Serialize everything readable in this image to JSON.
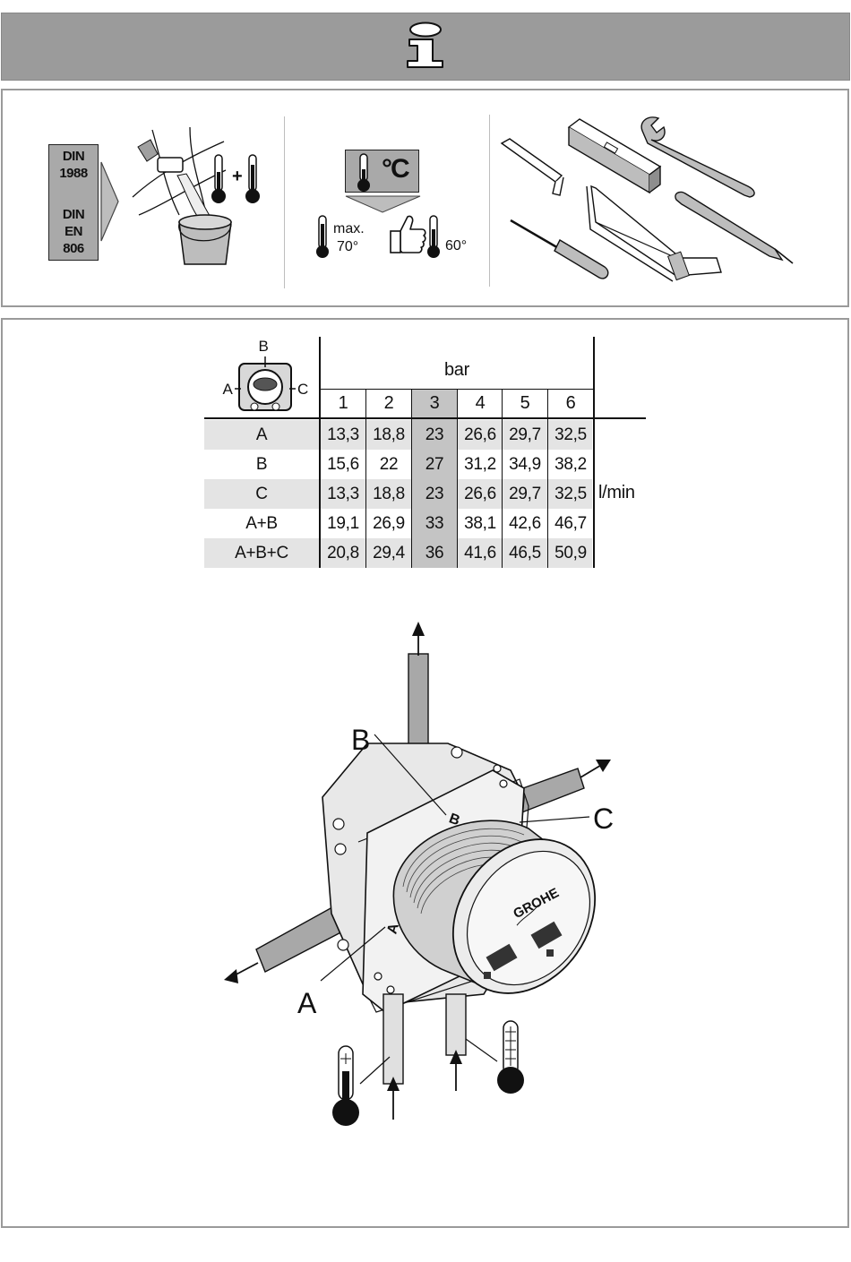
{
  "din_box": {
    "line1": "DIN",
    "line2": "1988",
    "line3": "DIN",
    "line4": "EN",
    "line5": "806"
  },
  "temperature": {
    "unit_label": "°C",
    "max_label": "max.",
    "max_value": "70°",
    "recommended_value": "60°"
  },
  "flow_table": {
    "pressure_header": "bar",
    "outlet_labels": {
      "top": "B",
      "left": "A",
      "right": "C"
    },
    "pressures": [
      "1",
      "2",
      "3",
      "4",
      "5",
      "6"
    ],
    "highlighted_pressure": "3",
    "unit": "l/min",
    "rows": [
      {
        "outlet": "A",
        "values": [
          "13,3",
          "18,8",
          "23",
          "26,6",
          "29,7",
          "32,5"
        ]
      },
      {
        "outlet": "B",
        "values": [
          "15,6",
          "22",
          "27",
          "31,2",
          "34,9",
          "38,2"
        ]
      },
      {
        "outlet": "C",
        "values": [
          "13,3",
          "18,8",
          "23",
          "26,6",
          "29,7",
          "32,5"
        ]
      },
      {
        "outlet": "A+B",
        "values": [
          "19,1",
          "26,9",
          "33",
          "38,1",
          "42,6",
          "46,7"
        ]
      },
      {
        "outlet": "A+B+C",
        "values": [
          "20,8",
          "29,4",
          "36",
          "41,6",
          "46,5",
          "50,9"
        ]
      }
    ]
  },
  "diagram": {
    "label_a": "A",
    "label_b": "B",
    "label_c": "C",
    "brand": "GROHE",
    "body_mark_a": "A",
    "body_mark_b": "B"
  },
  "colors": {
    "header_gray": "#9b9b9b",
    "panel_border": "#9a9a9a",
    "table_shade": "#e4e4e4",
    "table_highlight": "#c4c4c4"
  }
}
